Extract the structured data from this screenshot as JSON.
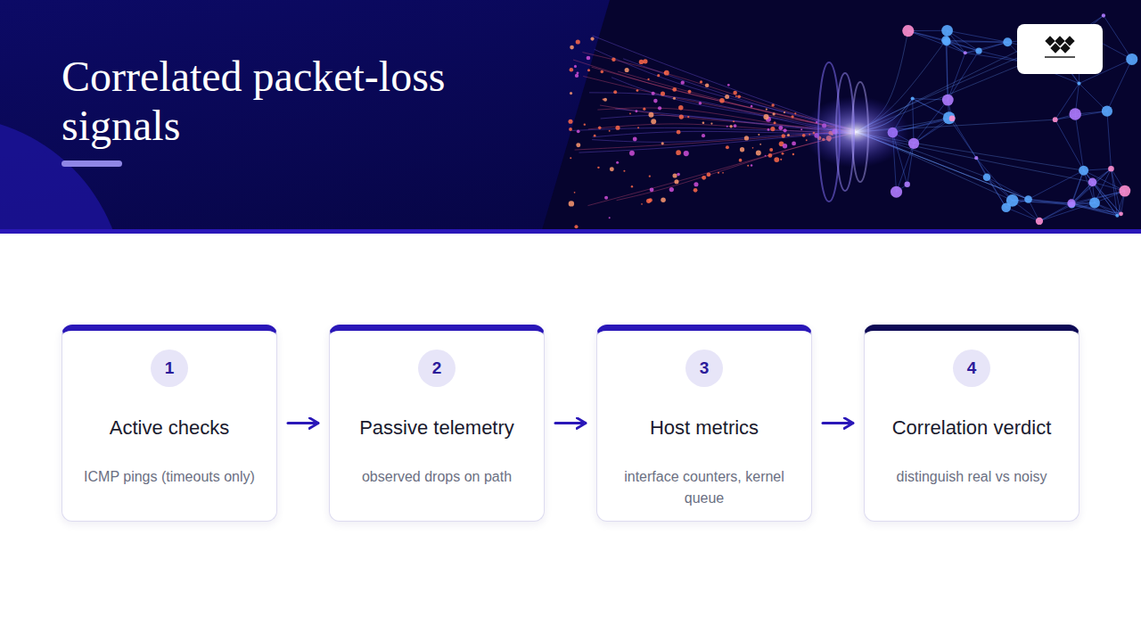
{
  "diagram": {
    "title": "Correlated packet-loss signals",
    "nodes": [
      {
        "text": [
          "1",
          "Active checks",
          "ICMP pings (timeouts only)"
        ]
      },
      {
        "text": [
          "2",
          "Passive telemetry",
          "observed drops on path"
        ]
      },
      {
        "text": [
          "3",
          "Host metrics",
          "interface counters, kernel queue"
        ]
      },
      {
        "text": [
          "4",
          "Correlation verdict",
          "distinguish real vs noisy"
        ]
      }
    ],
    "edges": [
      {
        "from": 0,
        "to": 1,
        "arrow": "to"
      },
      {
        "from": 1,
        "to": 2,
        "arrow": "to"
      },
      {
        "from": 2,
        "to": 3,
        "arrow": "to"
      }
    ]
  }
}
